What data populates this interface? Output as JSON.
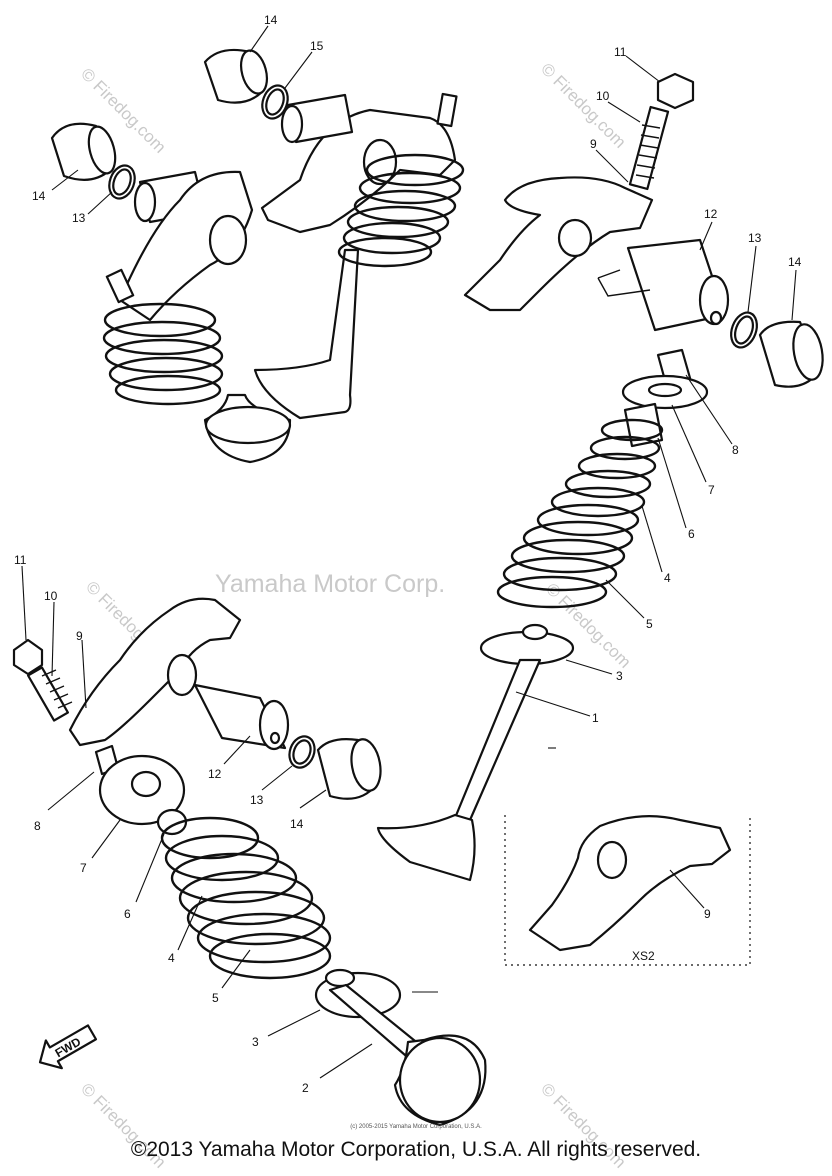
{
  "watermarks": {
    "center": "Yamaha Motor Corp.",
    "site": "© Firedog.com"
  },
  "inset_label": "XS2",
  "fwd_label": "FWD",
  "callouts": {
    "top_left": [
      "14",
      "15",
      "14",
      "13"
    ],
    "top_right": [
      "11",
      "10",
      "9",
      "12",
      "13",
      "14",
      "8",
      "7",
      "6",
      "4",
      "5",
      "3",
      "1"
    ],
    "bottom_left": [
      "11",
      "10",
      "9",
      "8",
      "12",
      "13",
      "14",
      "7",
      "6",
      "4",
      "5",
      "3",
      "2"
    ],
    "inset": [
      "9"
    ]
  },
  "footer": {
    "small_copyright": "(c) 2005-2015 Yamaha Motor Corporation, U.S.A.",
    "copyright": "©2013 Yamaha Motor Corporation, U.S.A. All rights reserved."
  }
}
